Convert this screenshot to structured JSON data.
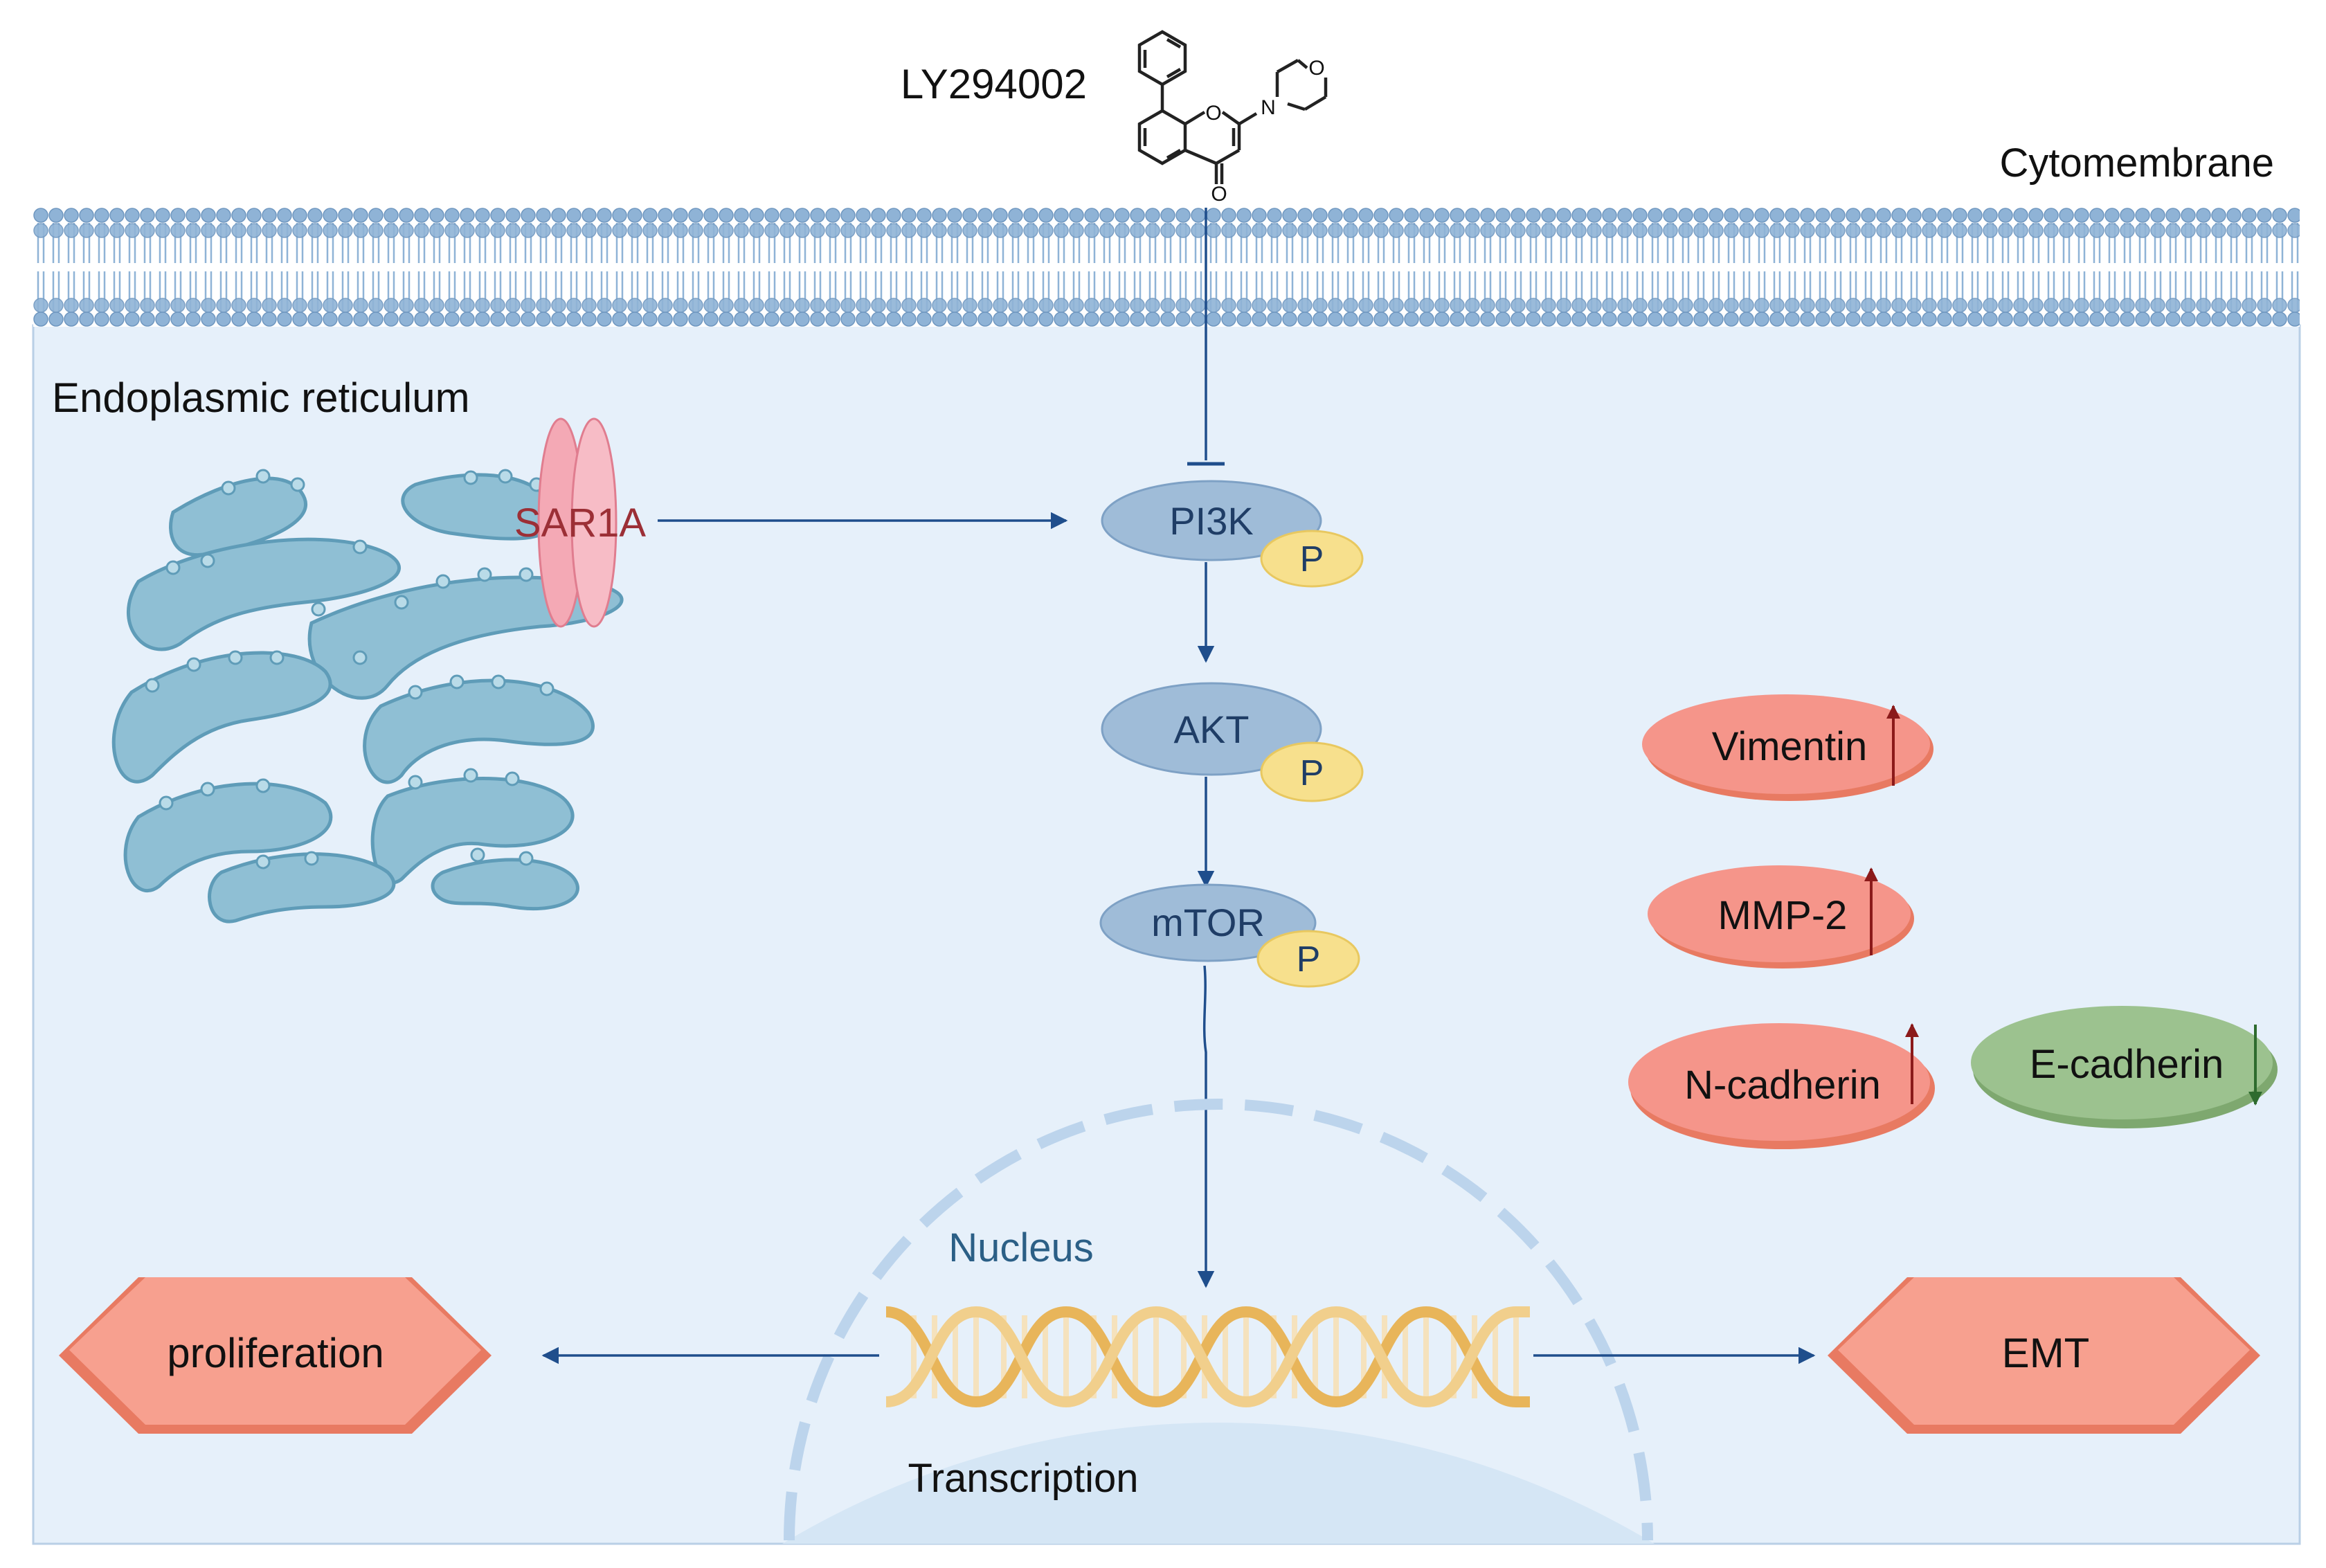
{
  "compound": {
    "name": "LY294002",
    "oxygen_label": "O",
    "nitrogen_label": "N"
  },
  "membrane": {
    "label": "Cytomembrane"
  },
  "er": {
    "label": "Endoplasmic reticulum"
  },
  "sar1a": {
    "label": "SAR1A"
  },
  "pathway": {
    "pi3k": "PI3K",
    "akt": "AKT",
    "mtor": "mTOR",
    "phospho": "P"
  },
  "markers": {
    "vimentin": "Vimentin",
    "mmp2": "MMP-2",
    "ncadherin": "N-cadherin",
    "ecadherin": "E-cadherin"
  },
  "nucleus": {
    "label": "Nucleus",
    "transcription": "Transcription"
  },
  "outcomes": {
    "proliferation": "proliferation",
    "emt": "EMT"
  },
  "colors": {
    "cell_fill": "#e6f0fa",
    "membrane_head": "#8fb3d6",
    "er_fill": "#8fbfd4",
    "sar1a": "#f4a9b5",
    "protein": "#9fbcd8",
    "phospho": "#f7e08d",
    "up_marker": "#f5958a",
    "down_marker": "#9cc28f",
    "arrow": "#1f4e8c",
    "outcome": "#f7a08f",
    "dna_gold": "#e8b55a"
  }
}
